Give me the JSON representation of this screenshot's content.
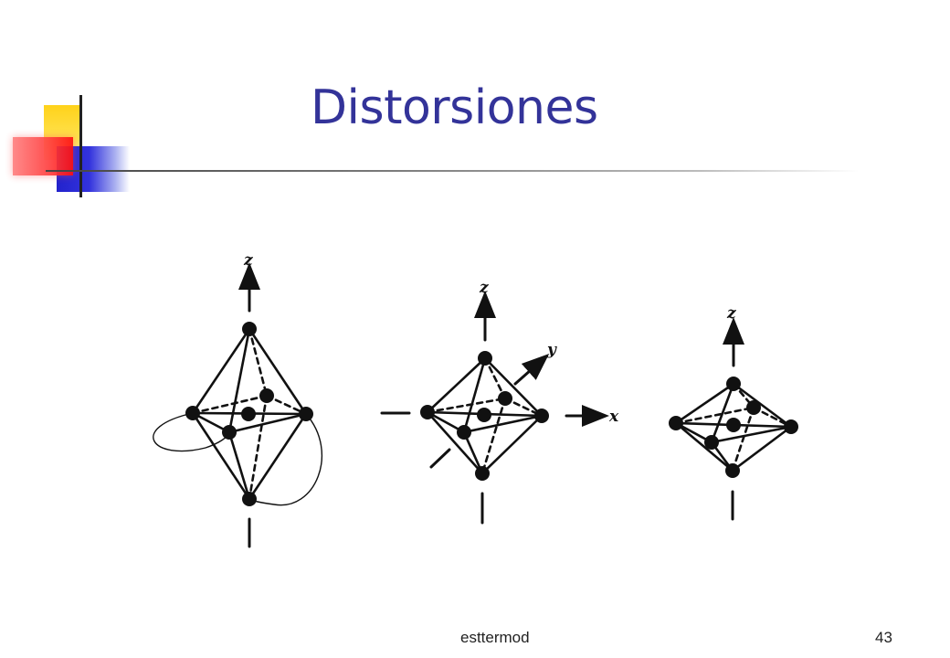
{
  "slide": {
    "title": "Distorsiones",
    "footer": {
      "author": "esttermod",
      "page": "43"
    }
  },
  "diagram": {
    "octahedra": [
      {
        "axis_labels": [
          "z"
        ]
      },
      {
        "axis_labels": [
          "z",
          "y",
          "x"
        ]
      },
      {
        "axis_labels": [
          "z"
        ]
      }
    ]
  }
}
